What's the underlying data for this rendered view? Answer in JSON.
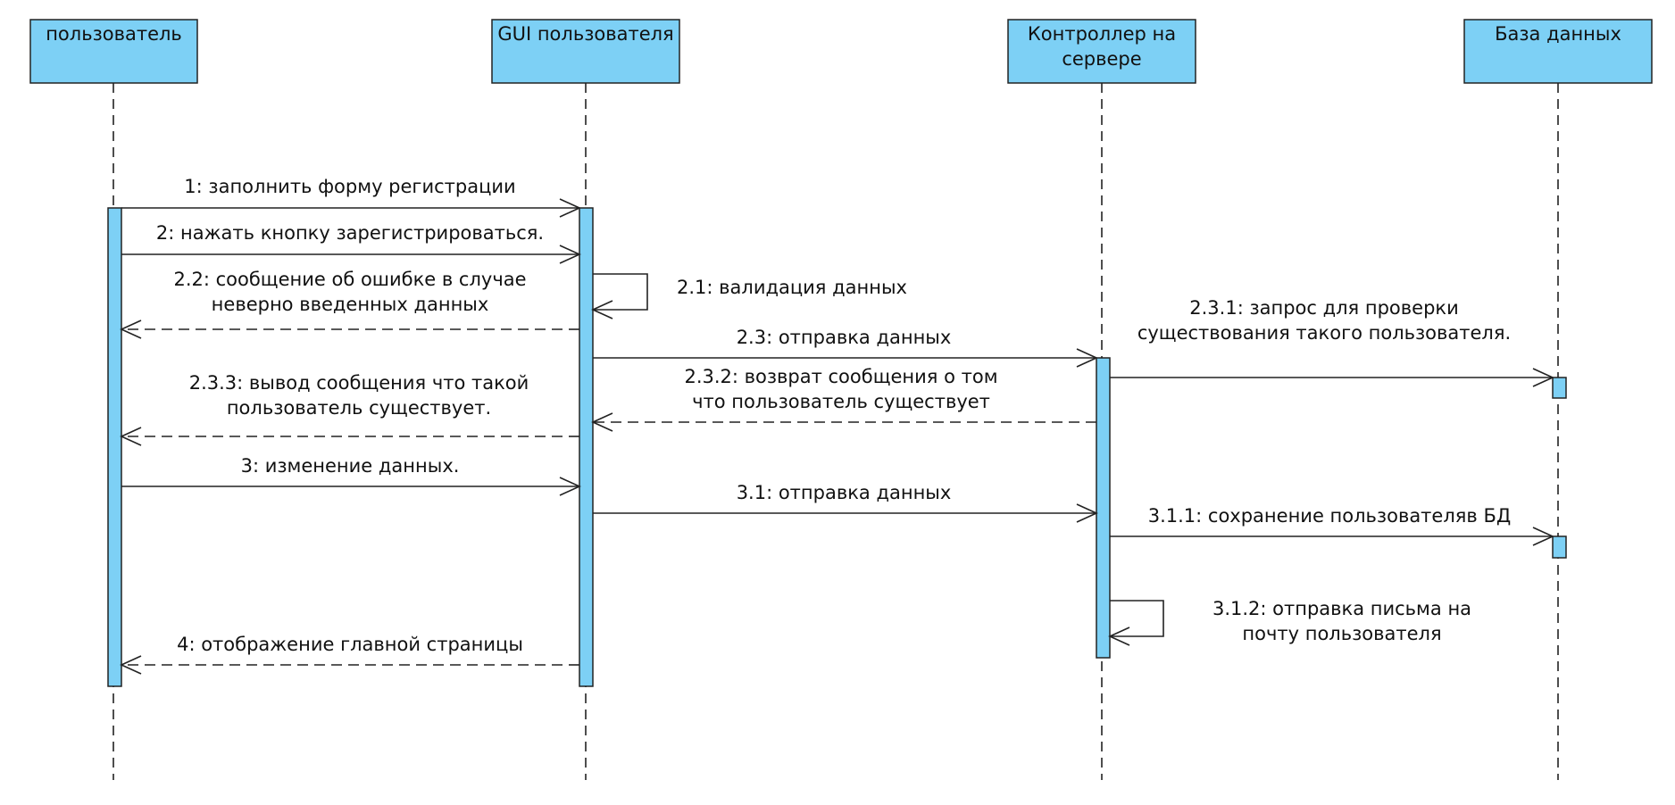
{
  "participants": [
    {
      "id": "user",
      "label": [
        "пользователь"
      ]
    },
    {
      "id": "gui",
      "label": [
        "GUI пользователя"
      ]
    },
    {
      "id": "ctrl",
      "label": [
        "Контроллер на",
        "сервере"
      ]
    },
    {
      "id": "db",
      "label": [
        "База данных"
      ]
    }
  ],
  "messages": [
    {
      "label": [
        "1: заполнить форму регистрации"
      ],
      "from": "user",
      "to": "gui",
      "kind": "sync"
    },
    {
      "label": [
        "2: нажать кнопку зарегистрироваться."
      ],
      "from": "user",
      "to": "gui",
      "kind": "sync"
    },
    {
      "label": [
        "2.1: валидация данных"
      ],
      "from": "gui",
      "to": "gui",
      "kind": "self"
    },
    {
      "label": [
        "2.2: сообщение об ошибке в случае",
        "неверно введенных данных"
      ],
      "from": "gui",
      "to": "user",
      "kind": "return"
    },
    {
      "label": [
        "2.3: отправка данных"
      ],
      "from": "gui",
      "to": "ctrl",
      "kind": "sync"
    },
    {
      "label": [
        "2.3.1: запрос для проверки",
        "существования такого пользователя."
      ],
      "from": "ctrl",
      "to": "db",
      "kind": "sync"
    },
    {
      "label": [
        "2.3.2: возврат сообщения о том",
        "что пользователь существует"
      ],
      "from": "ctrl",
      "to": "gui",
      "kind": "return"
    },
    {
      "label": [
        "2.3.3: вывод сообщения что такой",
        "пользователь существует."
      ],
      "from": "gui",
      "to": "user",
      "kind": "return"
    },
    {
      "label": [
        "3: изменение данных."
      ],
      "from": "user",
      "to": "gui",
      "kind": "sync"
    },
    {
      "label": [
        "3.1: отправка данных"
      ],
      "from": "gui",
      "to": "ctrl",
      "kind": "sync"
    },
    {
      "label": [
        "3.1.1: сохранение пользователяв БД"
      ],
      "from": "ctrl",
      "to": "db",
      "kind": "sync"
    },
    {
      "label": [
        "3.1.2: отправка письма на",
        "почту пользователя"
      ],
      "from": "ctrl",
      "to": "ctrl",
      "kind": "self"
    },
    {
      "label": [
        "4: отображение главной страницы"
      ],
      "from": "gui",
      "to": "user",
      "kind": "return"
    }
  ],
  "colors": {
    "fill": "#7dd0f5",
    "stroke": "#222222",
    "text": "#111111"
  }
}
